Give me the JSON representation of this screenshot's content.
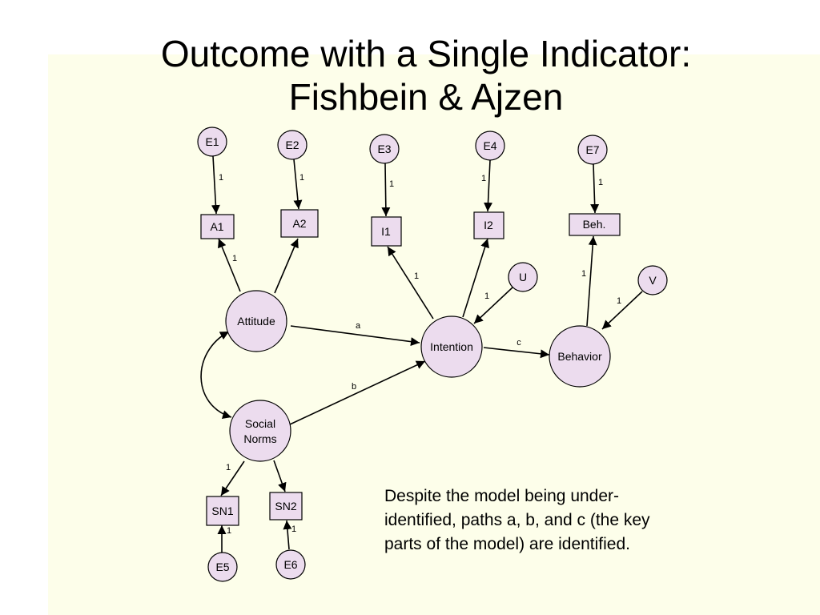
{
  "title": {
    "line1": "Outcome with a Single Indicator:",
    "line2": "Fishbein & Ajzen"
  },
  "caption": {
    "line1": "Despite the model being under-",
    "line2": "identified, paths a, b, and c (the key",
    "line3": "parts of the model) are identified."
  },
  "colors": {
    "panel_background": "#fdfeea",
    "node_fill": "#ecdcee",
    "stroke": "#000000"
  },
  "nodes": {
    "e1": "E1",
    "e2": "E2",
    "e3": "E3",
    "e4": "E4",
    "e5": "E5",
    "e6": "E6",
    "e7": "E7",
    "a1": "A1",
    "a2": "A2",
    "i1": "I1",
    "i2": "I2",
    "beh": "Beh.",
    "sn1": "SN1",
    "sn2": "SN2",
    "attitude": "Attitude",
    "social_norms": [
      "Social",
      "Norms"
    ],
    "intention": "Intention",
    "behavior": "Behavior",
    "u": "U",
    "v": "V"
  },
  "path_labels": {
    "e1_a1": "1",
    "e2_a2": "1",
    "e3_i1": "1",
    "e4_i2": "1",
    "e7_beh": "1",
    "attitude_a1": "1",
    "intention_i1": "1",
    "u_intention": "1",
    "behavior_beh": "1",
    "v_behavior": "1",
    "social_norms_sn1": "1",
    "e5_sn1": "1",
    "e6_sn2": "1",
    "a": "a",
    "b": "b",
    "c": "c"
  }
}
